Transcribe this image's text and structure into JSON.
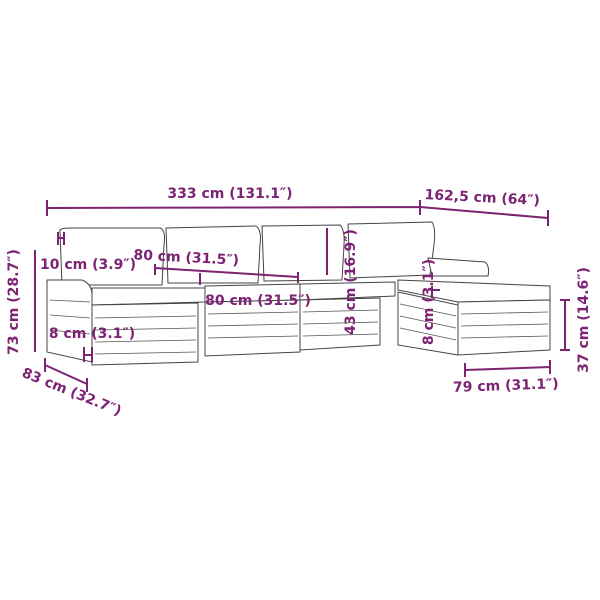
{
  "dimension_color": "#7d2373",
  "labels": {
    "total_length": "333 cm (131.1″)",
    "ottoman_extension": "162,5 cm (64″)",
    "armrest_thickness": "10 cm (3.9″)",
    "seat_width_top": "80 cm (31.5″)",
    "backrest_height": "43 cm (16.9″)",
    "total_height": "73 cm (28.7″)",
    "seat_width": "80 cm (31.5″)",
    "leg_width_left": "8 cm (3.1″)",
    "leg_width_right": "8 cm (3.1″)",
    "depth": "83 cm (32.7″)",
    "ottoman_width": "79 cm (31.1″)",
    "ottoman_height": "37 cm (14.6″)"
  }
}
